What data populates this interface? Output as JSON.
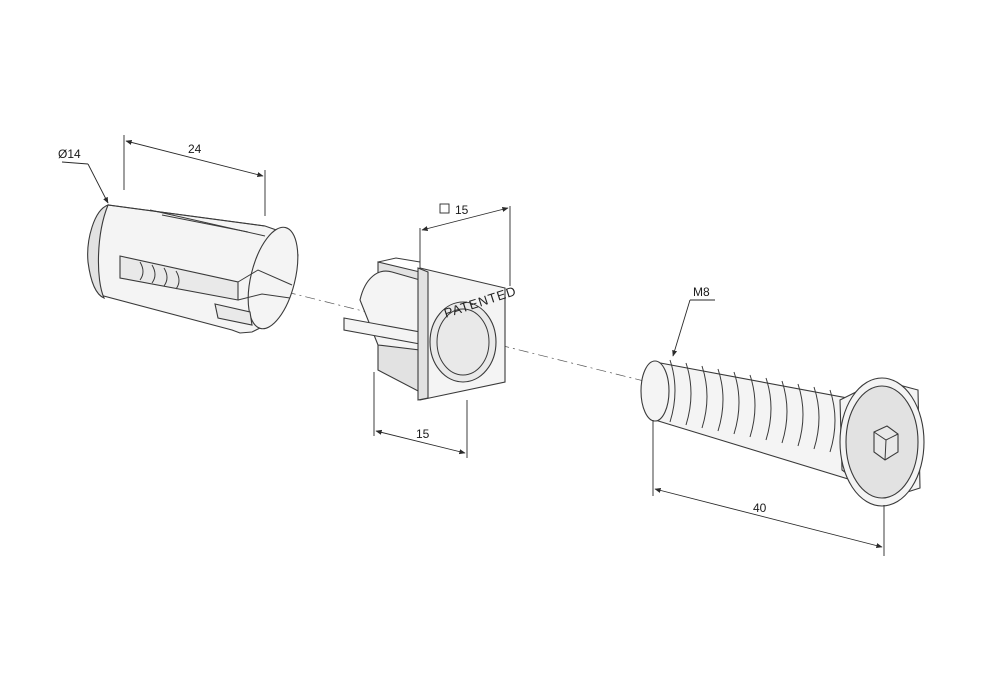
{
  "parts": {
    "sleeve": {
      "diameter_label": "Ø14",
      "length_label": "24"
    },
    "square_insert": {
      "stamp_text": "PATENTED",
      "square_label": "15",
      "depth_label": "15"
    },
    "screw": {
      "thread_label": "M8",
      "length_label": "40"
    }
  },
  "colors": {
    "line": "#3a3a3a",
    "fill": "#f4f4f4",
    "background": "#ffffff"
  }
}
